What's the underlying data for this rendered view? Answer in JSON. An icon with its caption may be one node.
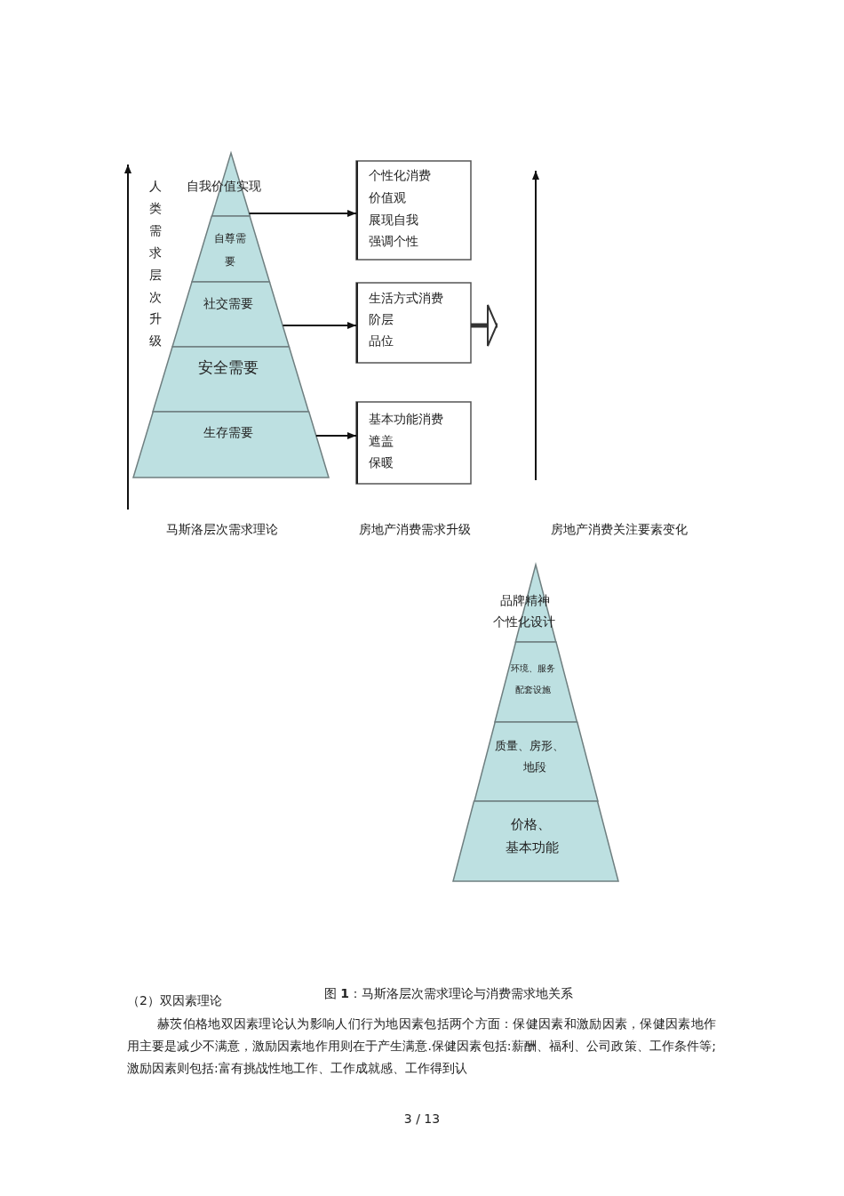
{
  "diagram": {
    "caption": "图 **1**：马斯洛层次需求理论与消费需求地关系",
    "nodes": [
      {
        "text": [
          "自我价值实现"
        ]
      },
      {
        "text": [
          "自尊需要"
        ]
      },
      {
        "text": [
          "社交需要"
        ]
      },
      {
        "text": [
          "安全需要"
        ]
      },
      {
        "text": [
          "生存需要"
        ]
      },
      {
        "text": [
          "个性化消费",
          "价值观",
          "展现自我",
          "强调个性"
        ]
      },
      {
        "text": [
          "生活方式消费",
          "阶层",
          "品位"
        ]
      },
      {
        "text": [
          "基本功能消费",
          "遮盖",
          "保暖"
        ]
      },
      {
        "text": [
          "品牌精神",
          "个性化设计"
        ]
      },
      {
        "text": [
          "环境、服务",
          "配套设施"
        ]
      },
      {
        "text": [
          "质量、房形、",
          "地段"
        ]
      },
      {
        "text": [
          "价格、",
          "基本功能"
        ]
      }
    ],
    "edges": [
      {
        "from": 0,
        "to": 5,
        "arrow": "to"
      },
      {
        "from": 2,
        "to": 6,
        "arrow": "to"
      },
      {
        "from": 4,
        "to": 7,
        "arrow": "to"
      },
      {
        "from": 6,
        "to": null,
        "arrow": "to",
        "style": "thick"
      }
    ],
    "labels": [
      "人类需求层次升级",
      "马斯洛层次需求理论",
      "房地产消费需求升级",
      "房地产消费关注要素变化",
      "（2）双因素理论",
      "赫茨伯格地双因素理论认为影响人们行为地因素包括两个方面：保健因素和激励因素，保健因素地作用主要是减少不满意，激励因素地作用则在于产生满意.保健因素包括:薪酬、福利、公司政策、工作条件等;激励因素则包括:富有挑战性地工作、工作成就感、工作得到认",
      "3 / 13"
    ]
  }
}
